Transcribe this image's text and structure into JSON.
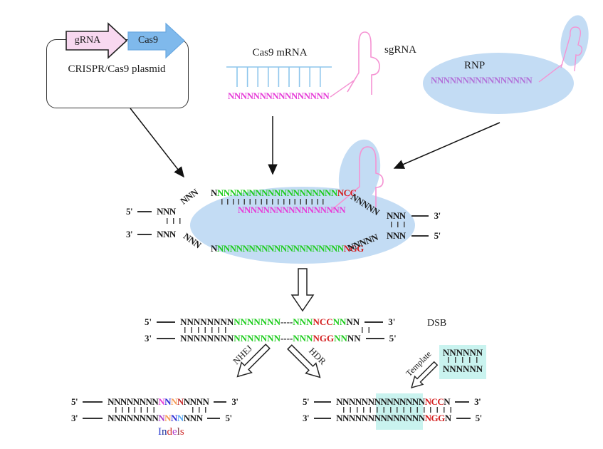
{
  "colors": {
    "green": "#1ecc1e",
    "red": "#d42020",
    "magenta": "#e63fd8",
    "purple": "#b273d9",
    "pink": "#f593d3",
    "mrna_blue": "#8ec6ec",
    "cas9_blue": "#7fb9ec",
    "grna_pink": "#f8d8f0",
    "ellipse_blue": "#c3dcf4",
    "highlight_cyan": "#c9f3ef",
    "ink": "#1c1c1c"
  },
  "primes": {
    "five": "5'",
    "three": "3'"
  },
  "plasmid": {
    "grna": "gRNA",
    "cas9": "Cas9",
    "label": "CRISPR/Cas9 plasmid"
  },
  "mrna": {
    "label": "Cas9 mRNA",
    "seq": "NNNNNNNNNNNNNNNN"
  },
  "sgrna": {
    "label": "sgRNA"
  },
  "rnp": {
    "label": "RNP",
    "seq": "NNNNNNNNNNNNNNNN"
  },
  "complex": {
    "left_top": "NNN",
    "left_bottom": "NNN",
    "slant_left_top": "NNN",
    "slant_left_bottom": "NNN",
    "top_row": [
      {
        "t": "N",
        "c": "#1c1c1c"
      },
      {
        "t": "NNNNNNNNNNNNNNNNNNN",
        "c": "#1ecc1e"
      },
      {
        "t": "NCC",
        "c": "#d42020"
      }
    ],
    "spacer": "NNNNNNNNNNNNNNNNN",
    "bottom_row": [
      {
        "t": "N",
        "c": "#1c1c1c"
      },
      {
        "t": "NNNNNNNNNNNNNNNNNNNN",
        "c": "#1ecc1e"
      },
      {
        "t": "NGG",
        "c": "#d42020"
      }
    ],
    "slant_right_top": "NNNNN",
    "slant_right_bottom": "NNNNN",
    "right_top": "NNN",
    "right_bottom": "NNN"
  },
  "dsb": {
    "label": "DSB",
    "top_row": [
      {
        "t": "NNNNNNNN",
        "c": "#1c1c1c"
      },
      {
        "t": "NNNNNNN",
        "c": "#1ecc1e"
      },
      {
        "t": "----",
        "c": "#1c1c1c"
      },
      {
        "t": "NNN",
        "c": "#1ecc1e"
      },
      {
        "t": "NCC",
        "c": "#d42020"
      },
      {
        "t": "NN",
        "c": "#1ecc1e"
      },
      {
        "t": "NN",
        "c": "#1c1c1c"
      }
    ],
    "bottom_row": [
      {
        "t": "NNNNNNNN",
        "c": "#1c1c1c"
      },
      {
        "t": "NNNNNNN",
        "c": "#1ecc1e"
      },
      {
        "t": "----",
        "c": "#1c1c1c"
      },
      {
        "t": "NNN",
        "c": "#1ecc1e"
      },
      {
        "t": "NGG",
        "c": "#d42020"
      },
      {
        "t": "NN",
        "c": "#1ecc1e"
      },
      {
        "t": "NN",
        "c": "#1c1c1c"
      }
    ]
  },
  "pathways": {
    "nhej": "NHEJ",
    "hdr": "HDR",
    "template": "Template",
    "template_top": "NNNNNN",
    "template_bottom": "NNNNNN"
  },
  "nhej_result": {
    "top_row": [
      {
        "t": "NNNNNNNN",
        "c": "#1c1c1c"
      },
      {
        "t": "N",
        "c": "#e63fd8"
      },
      {
        "t": "N",
        "c": "#2a2ad4"
      },
      {
        "t": "N",
        "c": "#f59a55"
      },
      {
        "t": "N",
        "c": "#c43030"
      },
      {
        "t": "NNNN",
        "c": "#1c1c1c"
      }
    ],
    "bottom_row": [
      {
        "t": "NNNNNNNN",
        "c": "#1c1c1c"
      },
      {
        "t": "N",
        "c": "#a93fc9"
      },
      {
        "t": "N",
        "c": "#f59a55"
      },
      {
        "t": "N",
        "c": "#2a2ad4"
      },
      {
        "t": "N",
        "c": "#5aa9f2"
      },
      {
        "t": "NNN",
        "c": "#1c1c1c"
      }
    ],
    "caption": [
      {
        "t": "I",
        "c": "#2a3bd0"
      },
      {
        "t": "n",
        "c": "#1c2f9c"
      },
      {
        "t": "d",
        "c": "#cf2b2b"
      },
      {
        "t": "e",
        "c": "#b03ccc"
      },
      {
        "t": "l",
        "c": "#7c3a44"
      },
      {
        "t": "s",
        "c": "#cf2b2b"
      }
    ]
  },
  "hdr_result": {
    "top_row": [
      {
        "t": "NNNNNN",
        "c": "#1c1c1c"
      },
      {
        "t": "NNNNNNN",
        "c": "#1c1c1c"
      },
      {
        "t": "N",
        "c": "#1c1c1c"
      },
      {
        "t": "NCC",
        "c": "#d42020"
      },
      {
        "t": "N",
        "c": "#1c1c1c"
      }
    ],
    "bottom_row": [
      {
        "t": "NNNNNN",
        "c": "#1c1c1c"
      },
      {
        "t": "NNNNNNN",
        "c": "#1c1c1c"
      },
      {
        "t": "N",
        "c": "#1c1c1c"
      },
      {
        "t": "NGG",
        "c": "#d42020"
      },
      {
        "t": "N",
        "c": "#1c1c1c"
      }
    ]
  }
}
